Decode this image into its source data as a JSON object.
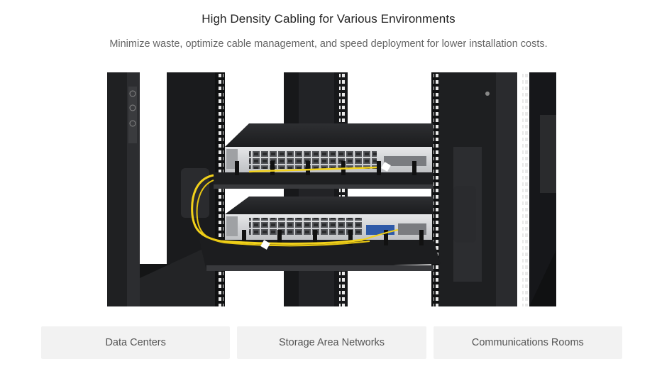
{
  "header": {
    "title": "High Density Cabling for Various Environments",
    "subtitle": "Minimize waste, optimize cable management, and speed deployment for lower installation costs."
  },
  "image": {
    "icon": "server-rack-photo",
    "colors": {
      "rack": "#1c1d1f",
      "rack_light": "#2b2c2f",
      "panel": "#3a3b3e",
      "switch_face": "#d8d9db",
      "cable": "#f2d21b"
    }
  },
  "tabs": [
    {
      "label": "Data Centers"
    },
    {
      "label": "Storage Area Networks"
    },
    {
      "label": "Communications Rooms"
    }
  ]
}
